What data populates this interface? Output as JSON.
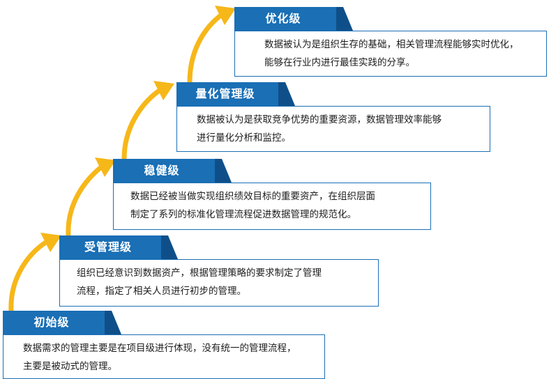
{
  "colors": {
    "tab_main": "#1a6fb5",
    "tab_dark": "#0f4f89",
    "border": "#1a6fb5",
    "arrow": "#f6b719"
  },
  "levels": [
    {
      "title": "初始级",
      "lines": [
        "数据需求的管理主要是在项目级进行体现，没有统一的管理流程，",
        "主要是被动式的管理。"
      ]
    },
    {
      "title": "受管理级",
      "lines": [
        "组织已经意识到数据资产，根据管理策略的要求制定了管理",
        "流程，指定了相关人员进行初步的管理。"
      ]
    },
    {
      "title": "稳健级",
      "lines": [
        "数据已经被当做实现组织绩效目标的重要资产，在组织层面",
        "制定了系列的标准化管理流程促进数据管理的规范化。"
      ]
    },
    {
      "title": "量化管理级",
      "lines": [
        "数据被认为是获取竞争优势的重要资源，数据管理效率能够",
        "进行量化分析和监控。"
      ]
    },
    {
      "title": "优化级",
      "lines": [
        "数据被认为是组织生存的基础，相关管理流程能够实时优化，",
        "能够在行业内进行最佳实践的分享。"
      ]
    }
  ]
}
